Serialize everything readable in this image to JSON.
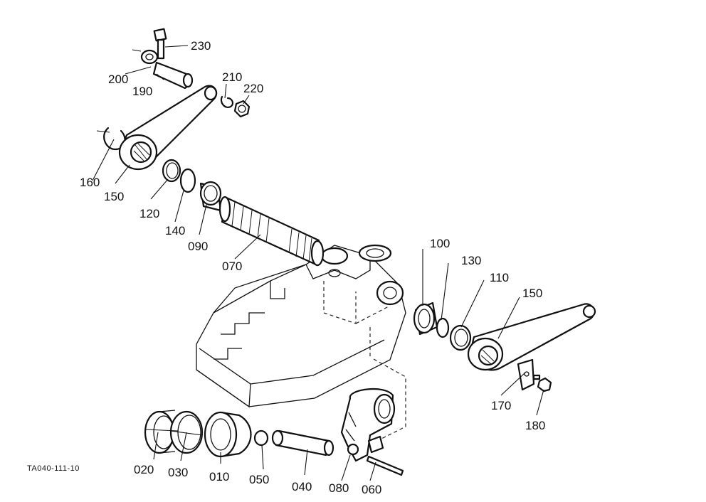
{
  "figure": {
    "code": "TA040-111-10"
  },
  "callouts": {
    "c230": "230",
    "c200": "200",
    "c190": "190",
    "c210": "210",
    "c220": "220",
    "c160": "160",
    "c150a": "150",
    "c120": "120",
    "c140": "140",
    "c090": "090",
    "c070": "070",
    "c100": "100",
    "c130": "130",
    "c110": "110",
    "c150b": "150",
    "c170": "170",
    "c180": "180",
    "c020": "020",
    "c030": "030",
    "c010": "010",
    "c050": "050",
    "c040": "040",
    "c080": "080",
    "c060": "060"
  }
}
